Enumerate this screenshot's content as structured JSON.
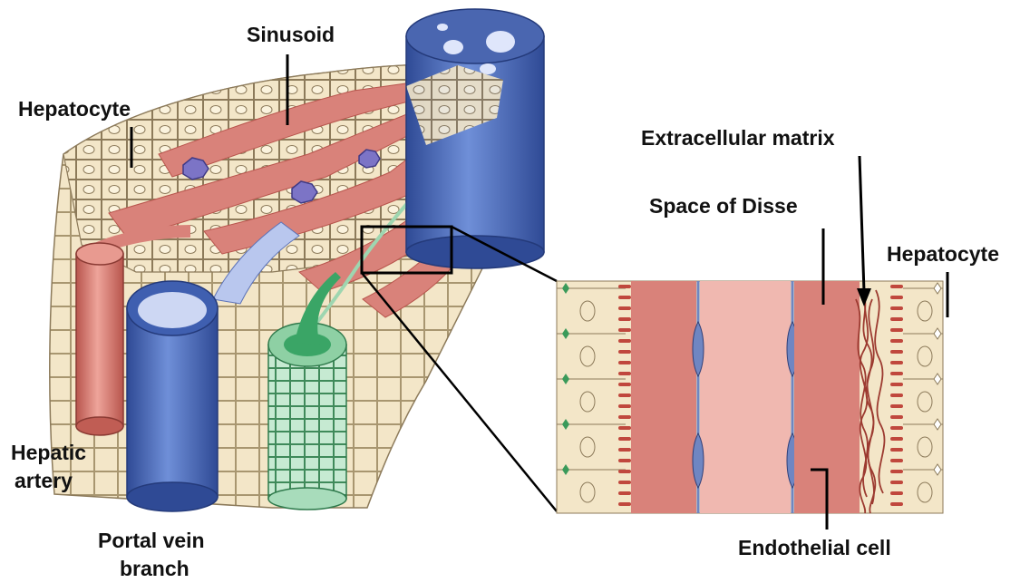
{
  "labels": {
    "sinusoid": "Sinusoid",
    "hepatocyte_left": "Hepatocyte",
    "hepatic_artery_line1": "Hepatic",
    "hepatic_artery_line2": "artery",
    "portal_vein_line1": "Portal vein",
    "portal_vein_line2": "branch",
    "extracellular_matrix": "Extracellular matrix",
    "space_of_disse": "Space of Disse",
    "hepatocyte_right": "Hepatocyte",
    "endothelial_cell": "Endothelial cell"
  },
  "colors": {
    "hepatocyte": "#f3e6c8",
    "hepatocyte_outline": "#8c7a5a",
    "sinusoid": "#d9827a",
    "sinusoid_light": "#f0b8b0",
    "central_vein": "#4a66b0",
    "portal_vein": "#3f5fb0",
    "hepatic_artery": "#d97a70",
    "bile_duct": "#5fbf7f",
    "endothelial_cell": "#6f86c2",
    "extracellular_matrix": "#9c3a30",
    "bile_canaliculus": "#3a9a5a"
  }
}
